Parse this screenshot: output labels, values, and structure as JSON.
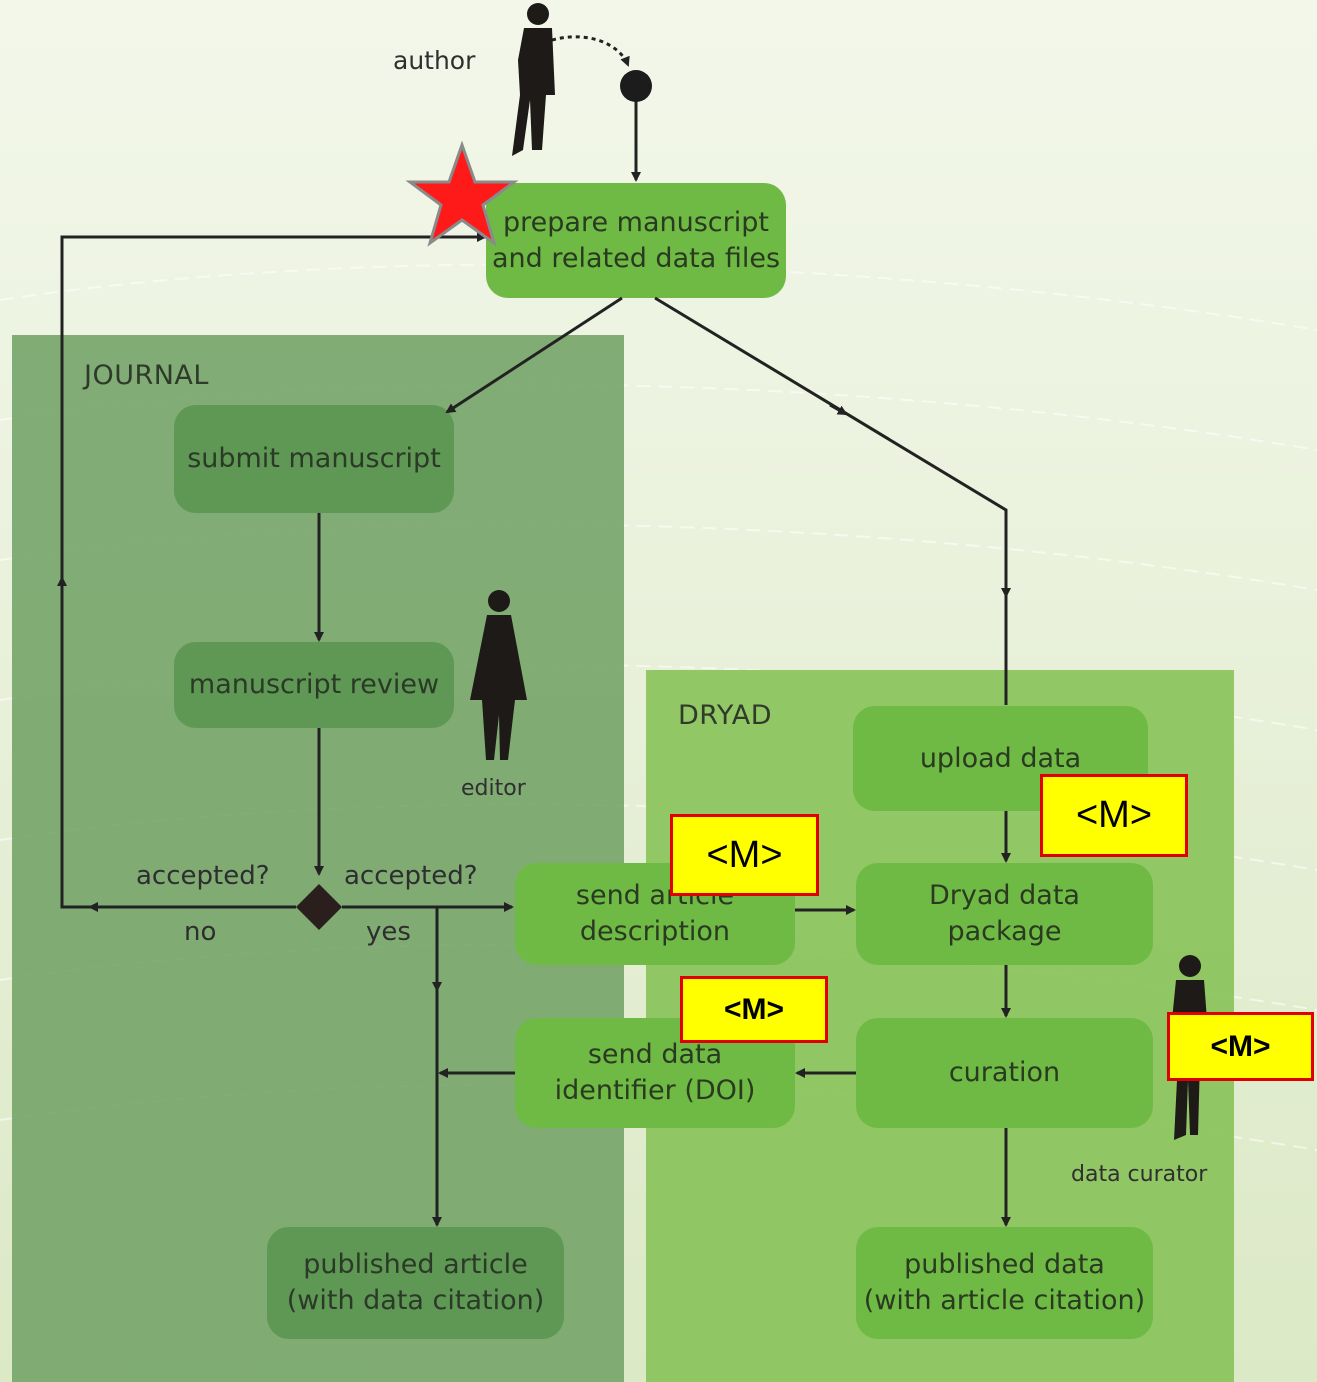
{
  "actors": {
    "author": "author",
    "editor": "editor",
    "data_curator": "data curator"
  },
  "lanes": {
    "journal": "JOURNAL",
    "dryad": "DRYAD"
  },
  "nodes": {
    "prepare": "prepare manuscript\nand related data files",
    "submit": "submit manuscript",
    "review": "manuscript review",
    "send_article": "send article\ndescription",
    "send_data": "send data\nidentifier (DOI)",
    "published_article": "published article\n(with data citation)",
    "upload": "upload data",
    "package": "Dryad data\npackage",
    "curation": "curation",
    "published_data": "published data\n(with article citation)"
  },
  "decision": {
    "question_left": "accepted?",
    "question_right": "accepted?",
    "no": "no",
    "yes": "yes"
  },
  "markers": {
    "m1": "<M>",
    "m2": "<M>",
    "m3": "<M>",
    "m4": "<M>"
  },
  "colors": {
    "node_light": "#6fba44",
    "node_dark": "#5f9755",
    "marker_fill": "#ffff00",
    "marker_border": "#e00000",
    "star": "#ff0000"
  }
}
